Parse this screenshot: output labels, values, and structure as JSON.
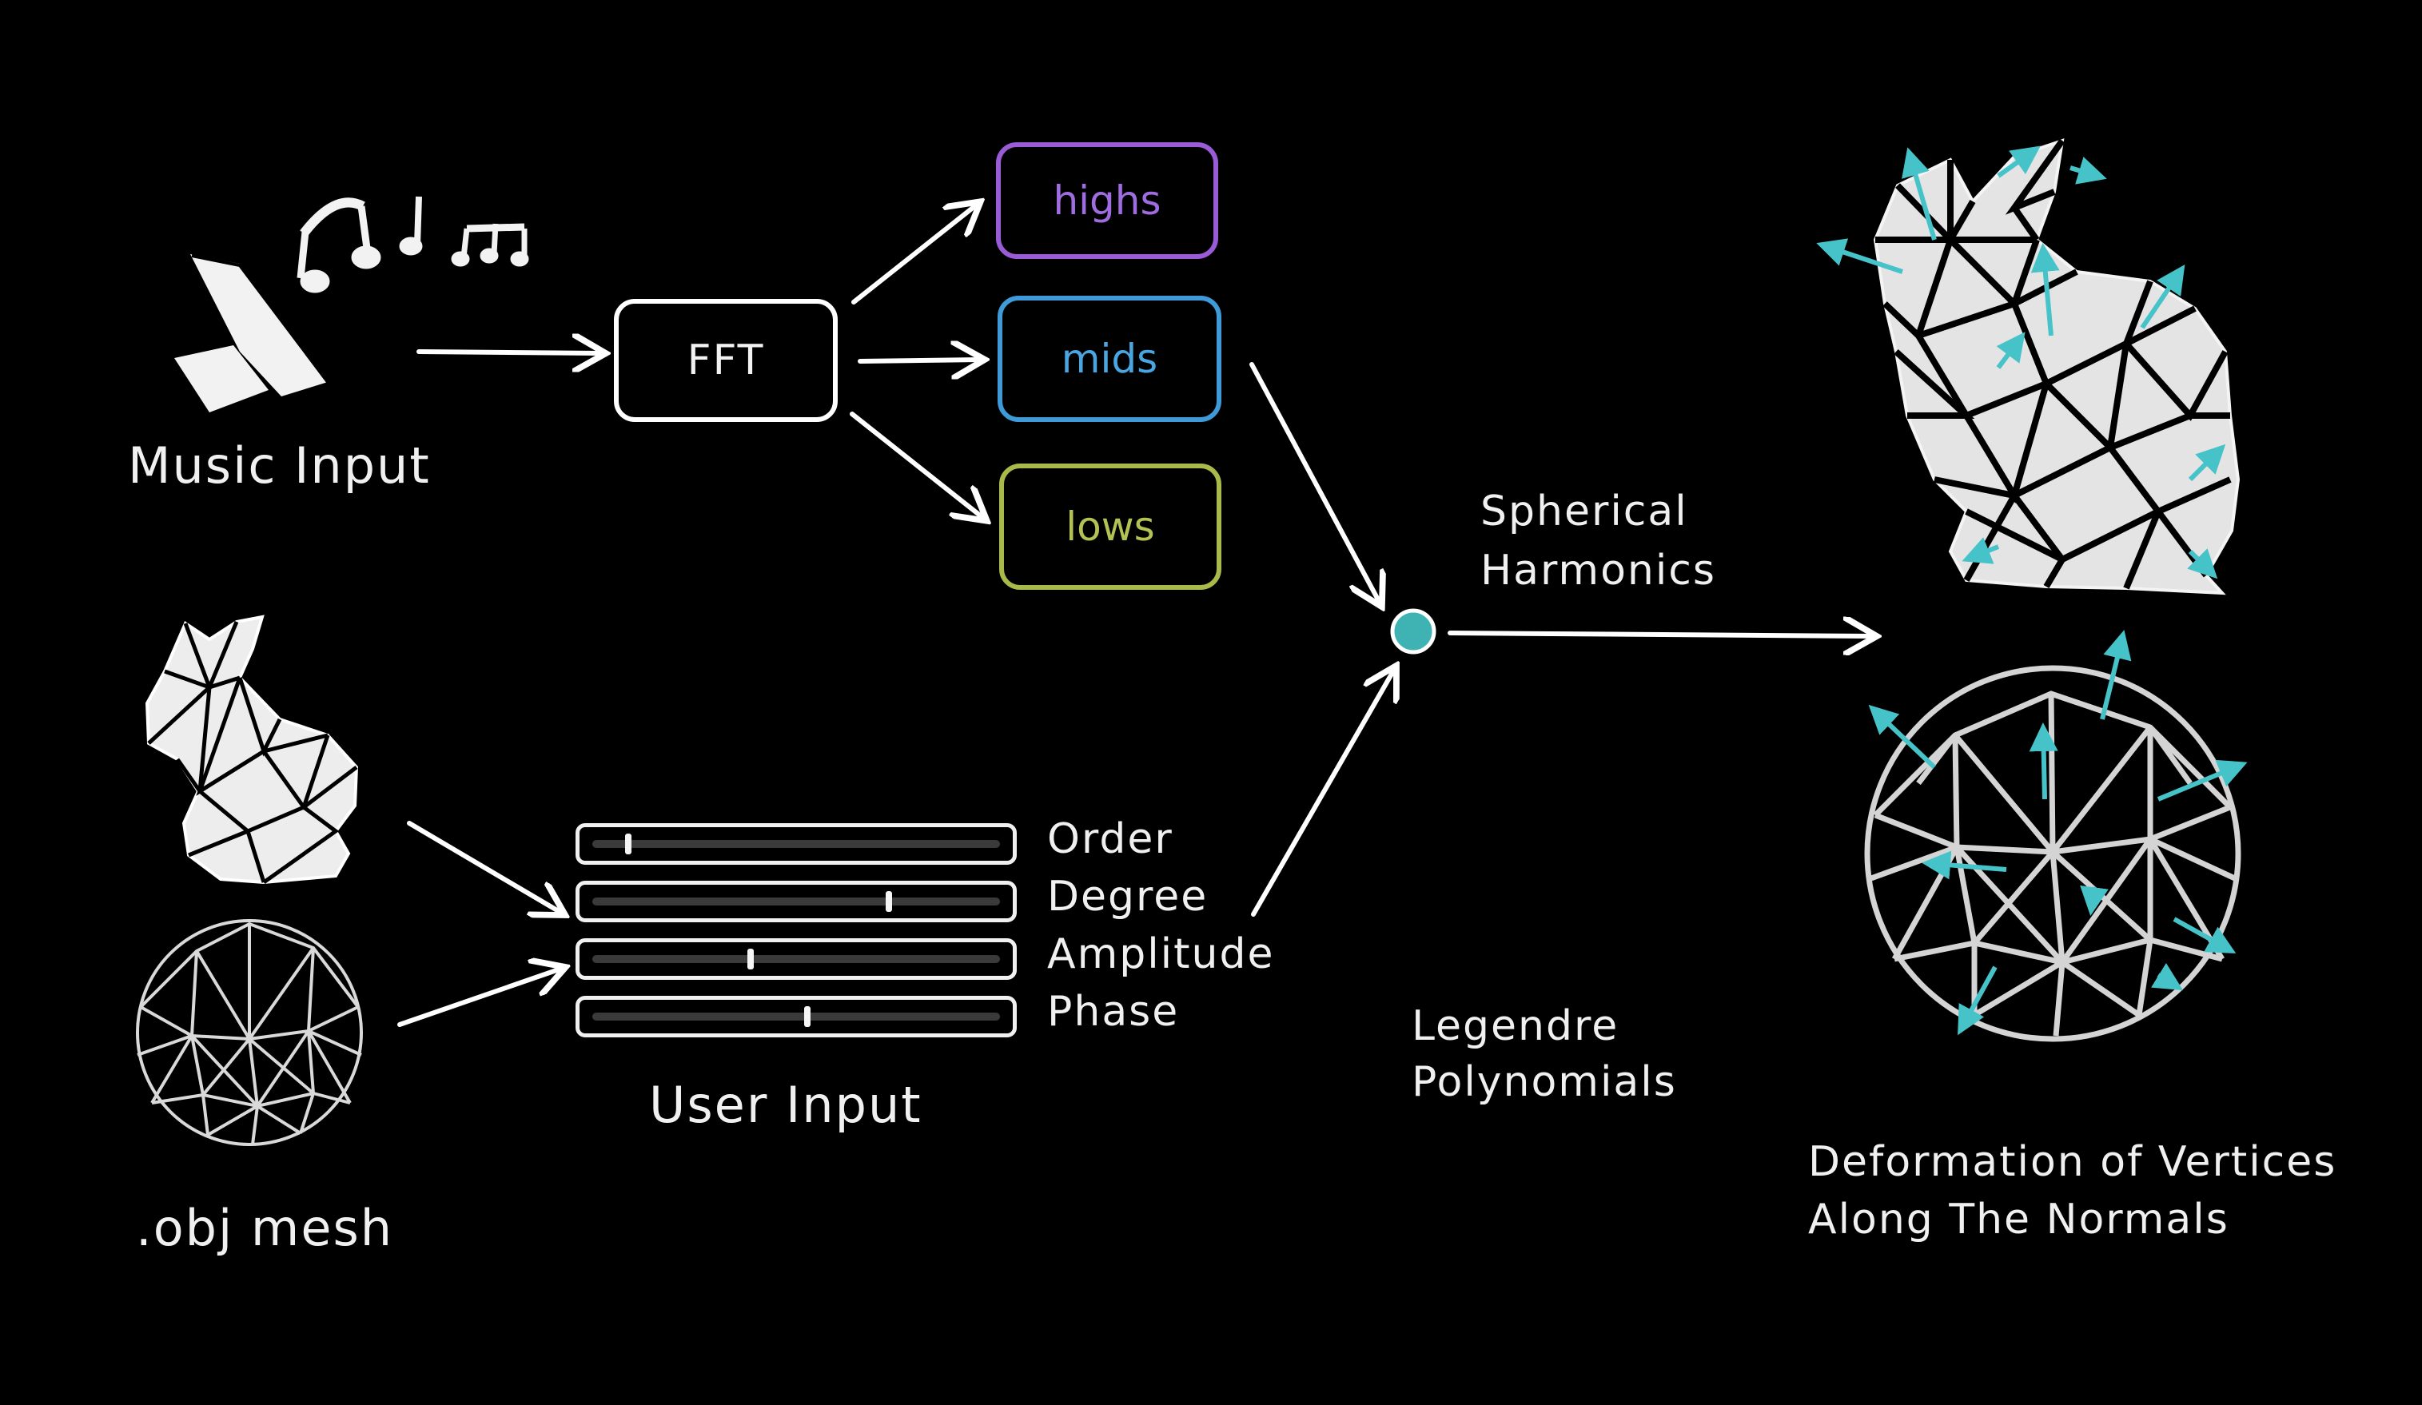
{
  "diagram": {
    "music_input": "Music Input",
    "fft": "FFT",
    "bands": {
      "highs": "highs",
      "mids": "mids",
      "lows": "lows"
    },
    "mesh_label": ".obj mesh",
    "user_input": "User Input",
    "sliders": [
      {
        "label": "Order",
        "value": 0.08
      },
      {
        "label": "Degree",
        "value": 0.72
      },
      {
        "label": "Amplitude",
        "value": 0.38
      },
      {
        "label": "Phase",
        "value": 0.52
      }
    ],
    "spherical_harmonics": [
      "Spherical",
      "Harmonics"
    ],
    "legendre": [
      "Legendre",
      "Polynomials"
    ],
    "output": [
      "Deformation of Vertices",
      "Along The Normals"
    ]
  },
  "colors": {
    "background": "#000000",
    "line": "#ffffff",
    "highs": "#9a5cd6",
    "mids": "#3f9bd8",
    "lows": "#a9b94a",
    "node": "#3fb3b3",
    "normals": "#46c3c9"
  },
  "icons": [
    "speaker-icon",
    "music-notes-icon",
    "bunny-mesh-icon",
    "sphere-mesh-icon"
  ]
}
